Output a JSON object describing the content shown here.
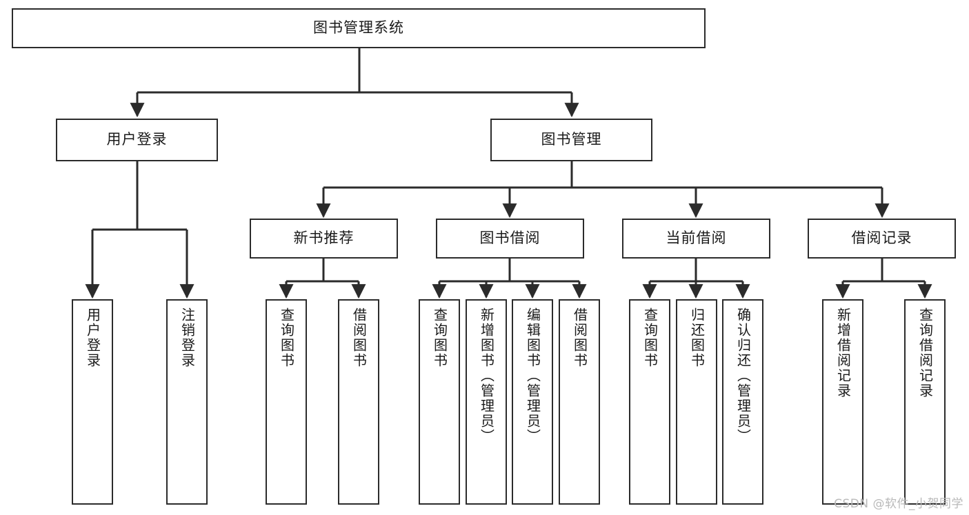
{
  "diagram": {
    "title": "图书管理系统",
    "watermark": "CSDN @软件_小贺同学",
    "colors": {
      "stroke": "#2b2b2b",
      "fill": "#ffffff",
      "text": "#1a1a1a",
      "watermark": "#b9b9b9"
    },
    "nodes": {
      "root": {
        "label": "图书管理系统"
      },
      "level2": [
        {
          "label": "用户登录"
        },
        {
          "label": "图书管理"
        }
      ],
      "level3": [
        {
          "label": "新书推荐"
        },
        {
          "label": "图书借阅"
        },
        {
          "label": "当前借阅"
        },
        {
          "label": "借阅记录"
        }
      ],
      "leaves": {
        "user_login": [
          {
            "label": "用户登录"
          },
          {
            "label": "注销登录"
          }
        ],
        "new_book": [
          {
            "label": "查询图书"
          },
          {
            "label": "借阅图书"
          }
        ],
        "borrow_book": [
          {
            "label": "查询图书"
          },
          {
            "label": "新增图书（管理员）"
          },
          {
            "label": "编辑图书（管理员）"
          },
          {
            "label": "借阅图书"
          }
        ],
        "current_borrow": [
          {
            "label": "查询图书"
          },
          {
            "label": "归还图书"
          },
          {
            "label": "确认归还（管理员）"
          }
        ],
        "borrow_record": [
          {
            "label": "新增借阅记录"
          },
          {
            "label": "查询借阅记录"
          }
        ]
      }
    }
  }
}
